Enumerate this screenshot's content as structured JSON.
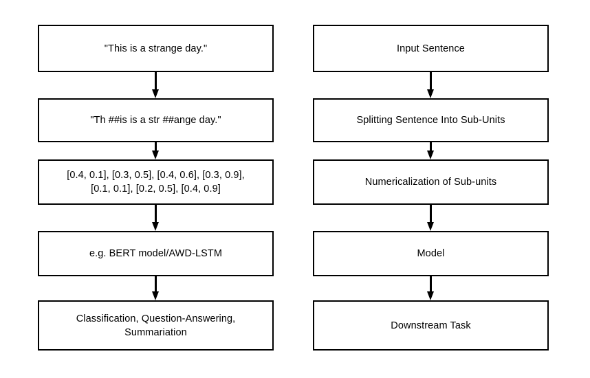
{
  "diagram": {
    "type": "flowchart",
    "orientation": "top-to-bottom",
    "background_color": "#ffffff",
    "border_color": "#000000",
    "text_color": "#000000",
    "columns": [
      {
        "name": "concrete-example",
        "nodes": [
          {
            "id": "example-input",
            "label": "\"This is a strange day.\""
          },
          {
            "id": "example-tokenized",
            "label": "\"Th ##is is a str ##ange day.\""
          },
          {
            "id": "example-numericalized",
            "label": "[0.4, 0.1], [0.3, 0.5], [0.4, 0.6], [0.3, 0.9],\n[0.1, 0.1], [0.2, 0.5], [0.4, 0.9]"
          },
          {
            "id": "example-model",
            "label": "e.g. BERT model/AWD-LSTM"
          },
          {
            "id": "example-downstream",
            "label": "Classification, Question-Answering,\nSummariation"
          }
        ],
        "connectors": [
          {
            "id": "example-arrow-1",
            "from": "example-input",
            "to": "example-tokenized",
            "icon": "arrow-down-icon"
          },
          {
            "id": "example-arrow-2",
            "from": "example-tokenized",
            "to": "example-numericalized",
            "icon": "arrow-down-icon"
          },
          {
            "id": "example-arrow-3",
            "from": "example-numericalized",
            "to": "example-model",
            "icon": "arrow-down-icon"
          },
          {
            "id": "example-arrow-4",
            "from": "example-model",
            "to": "example-downstream",
            "icon": "arrow-down-icon"
          }
        ]
      },
      {
        "name": "generic-pipeline",
        "nodes": [
          {
            "id": "stage-input",
            "label": "Input Sentence"
          },
          {
            "id": "stage-splitting",
            "label": "Splitting Sentence Into Sub-Units"
          },
          {
            "id": "stage-numericalizing",
            "label": "Numericalization of Sub-units"
          },
          {
            "id": "stage-model",
            "label": "Model"
          },
          {
            "id": "stage-downstream",
            "label": "Downstream Task"
          }
        ],
        "connectors": [
          {
            "id": "stage-arrow-1",
            "from": "stage-input",
            "to": "stage-splitting",
            "icon": "arrow-down-icon"
          },
          {
            "id": "stage-arrow-2",
            "from": "stage-splitting",
            "to": "stage-numericalizing",
            "icon": "arrow-down-icon"
          },
          {
            "id": "stage-arrow-3",
            "from": "stage-numericalizing",
            "to": "stage-model",
            "icon": "arrow-down-icon"
          },
          {
            "id": "stage-arrow-4",
            "from": "stage-model",
            "to": "stage-downstream",
            "icon": "arrow-down-icon"
          }
        ]
      }
    ]
  }
}
